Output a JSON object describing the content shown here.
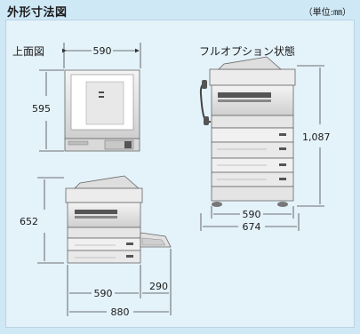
{
  "header": {
    "title": "外形寸法図",
    "unit": "（単位:㎜）"
  },
  "top_view": {
    "label": "上面図",
    "width": "590",
    "depth": "595"
  },
  "full_option": {
    "label": "フルオプション状態",
    "height": "1,087",
    "width_inner": "590",
    "width_outer": "674"
  },
  "front_view": {
    "height": "652",
    "width_body": "590",
    "width_tray": "290",
    "width_total": "880"
  }
}
